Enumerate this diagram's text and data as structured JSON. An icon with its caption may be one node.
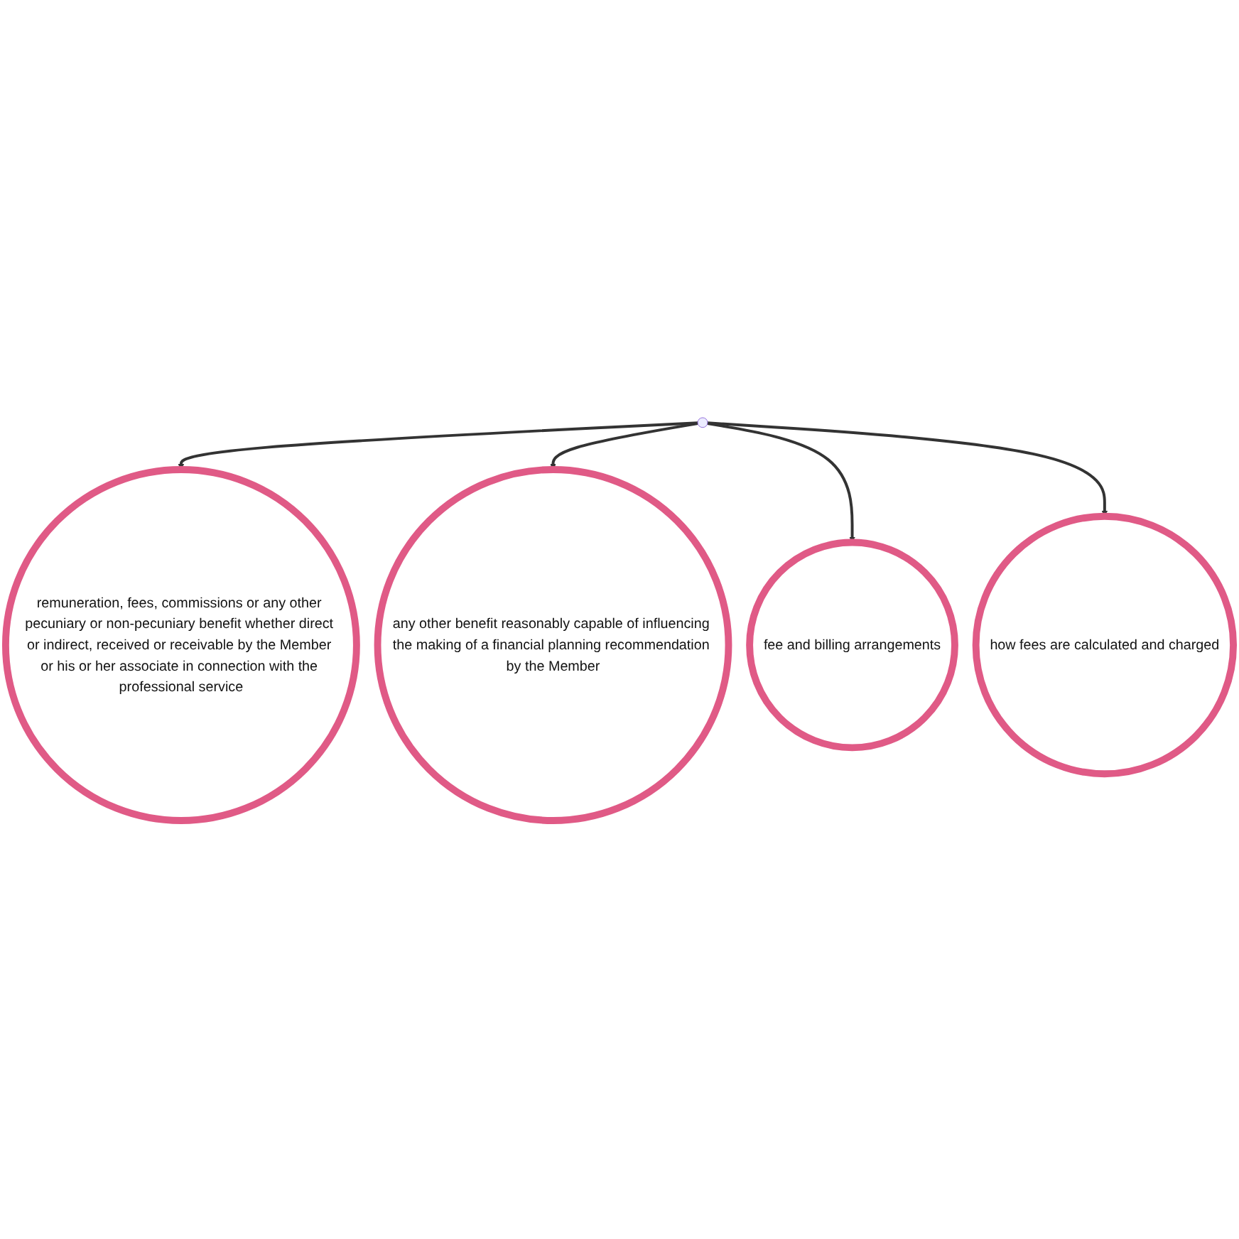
{
  "diagram": {
    "nodes": [
      {
        "text": [
          "remuneration, fees, commissions or any other pecuniary or non-pecuniary benefit whether direct or indirect, received or receivable by the Member or his or her associate in connection with the professional service"
        ]
      },
      {
        "text": [
          "any other benefit reasonably capable of influencing the making of a financial planning recommendation by the Member"
        ]
      },
      {
        "text": [
          "fee and billing arrangements"
        ]
      },
      {
        "text": [
          "how fees are calculated and charged"
        ]
      },
      {
        "text": [],
        "shape": "circle"
      }
    ],
    "edges": [
      {
        "from": 4,
        "to": 0,
        "arrow": "to"
      },
      {
        "from": 4,
        "to": 1,
        "arrow": "to"
      },
      {
        "from": 4,
        "to": 2,
        "arrow": "to"
      },
      {
        "from": 4,
        "to": 3,
        "arrow": "to"
      }
    ]
  }
}
